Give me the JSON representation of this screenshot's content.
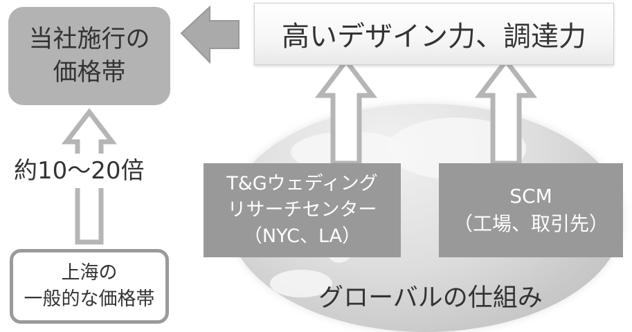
{
  "boxes": {
    "price": {
      "line1": "当社施行の",
      "line2": "価格帯"
    },
    "shanghai": {
      "line1": "上海の",
      "line2": "一般的な価格帯"
    },
    "design": {
      "text": "高いデザイン力、調達力"
    },
    "research": {
      "line1": "T&Gウェディング",
      "line2": "リサーチセンター",
      "line3": "（NYC、LA）"
    },
    "scm": {
      "line1": "SCM",
      "line2": "（工場、取引先）"
    }
  },
  "labels": {
    "ratio": "約10〜20倍",
    "global": "グローバルの仕組み"
  },
  "colors": {
    "price_box": "#b3b3b3",
    "dark_box": "#999999",
    "arrow_fill": "#aaaaaa",
    "arrow_outline": "#b5b5b5",
    "text": "#333333"
  },
  "icons": [
    "globe-map"
  ]
}
